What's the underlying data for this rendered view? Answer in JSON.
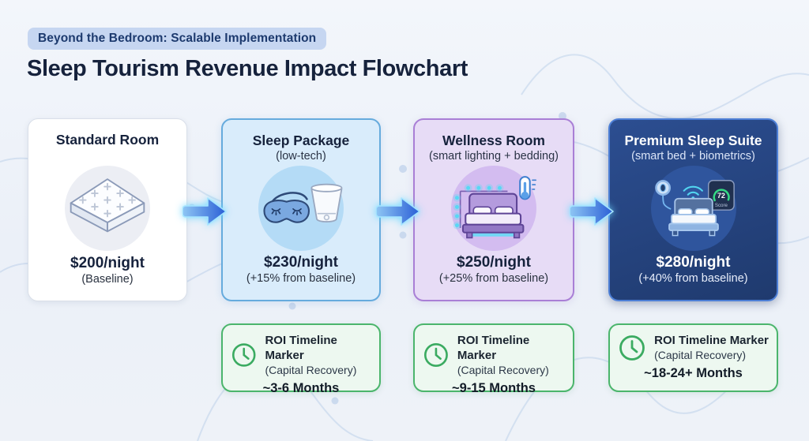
{
  "header": {
    "badge": "Beyond the Bedroom: Scalable Implementation",
    "title": "Sleep Tourism Revenue Impact Flowchart"
  },
  "cards": [
    {
      "title": "Standard Room",
      "subtitle": "",
      "price": "$200/night",
      "note": "(Baseline)",
      "icon": "mattress-icon"
    },
    {
      "title": "Sleep Package",
      "subtitle": "(low-tech)",
      "price": "$230/night",
      "note": "(+15% from baseline)",
      "icon": "sleep-mask-and-diffuser-icon"
    },
    {
      "title": "Wellness Room",
      "subtitle": "(smart lighting + bedding)",
      "price": "$250/night",
      "note": "(+25% from baseline)",
      "icon": "smart-lighting-bed-icon"
    },
    {
      "title": "Premium Sleep Suite",
      "subtitle": "(smart bed + biometrics)",
      "price": "$280/night",
      "note": "(+40% from baseline)",
      "icon": "biometric-smart-bed-icon",
      "score_value": "72",
      "score_label": "Score"
    }
  ],
  "roi_markers": [
    {
      "title": "ROI Timeline Marker",
      "subtitle": "(Capital Recovery)",
      "duration": "~3-6 Months",
      "icon": "clock-icon"
    },
    {
      "title": "ROI Timeline Marker",
      "subtitle": "(Capital Recovery)",
      "duration": "~9-15 Months",
      "icon": "clock-icon"
    },
    {
      "title": "ROI Timeline Marker",
      "subtitle": "(Capital Recovery)",
      "duration": "~18-24+ Months",
      "icon": "clock-icon"
    }
  ],
  "colors": {
    "badge_bg": "#c6d6f1",
    "badge_text": "#1d3a6e",
    "title_text": "#16223c",
    "card_standard_bg": "#ffffff",
    "card_package_bg": "#d9ecfb",
    "card_package_border": "#66abdd",
    "card_wellness_bg": "#e7dcf6",
    "card_wellness_border": "#a97fd6",
    "card_premium_bg": "#1f3a6e",
    "card_premium_border": "#4d7fd6",
    "arrow_blue": "#2e66d8",
    "arrow_glow": "#6ed7ff",
    "roi_bg": "#edf8f0",
    "roi_border": "#4bb56c",
    "led_cyan": "#55d9f4",
    "score_green": "#34d984"
  }
}
